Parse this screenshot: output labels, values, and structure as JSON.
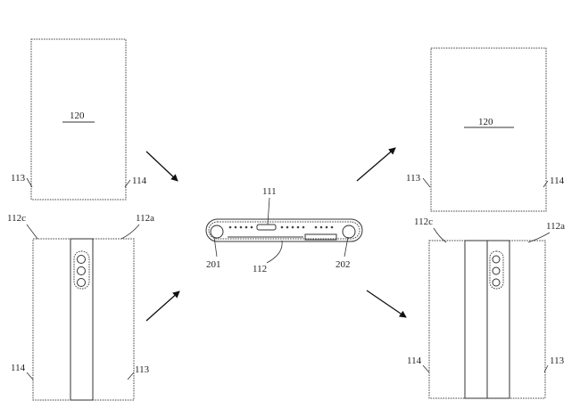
{
  "figure": {
    "labels": {
      "screen": "120",
      "left_edge": "113",
      "right_edge": "114",
      "housing_left": "112c",
      "housing_right": "112a",
      "hinge": "111",
      "base": "112",
      "pivot_left": "201",
      "pivot_right": "202"
    }
  }
}
